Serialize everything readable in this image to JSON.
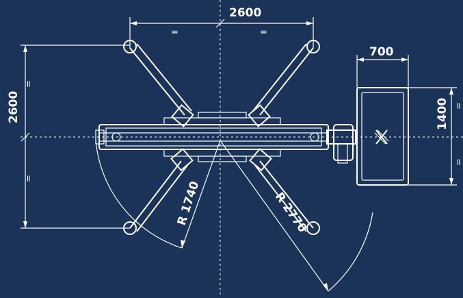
{
  "colors": {
    "background": "#1b3358",
    "line": "#ffffff"
  },
  "dimensions": {
    "top_width": "2600",
    "left_height": "2600",
    "platform_width": "700",
    "platform_height": "1400",
    "radius_small": "R 1740",
    "radius_large": "R 2770"
  },
  "equal_mark": "="
}
